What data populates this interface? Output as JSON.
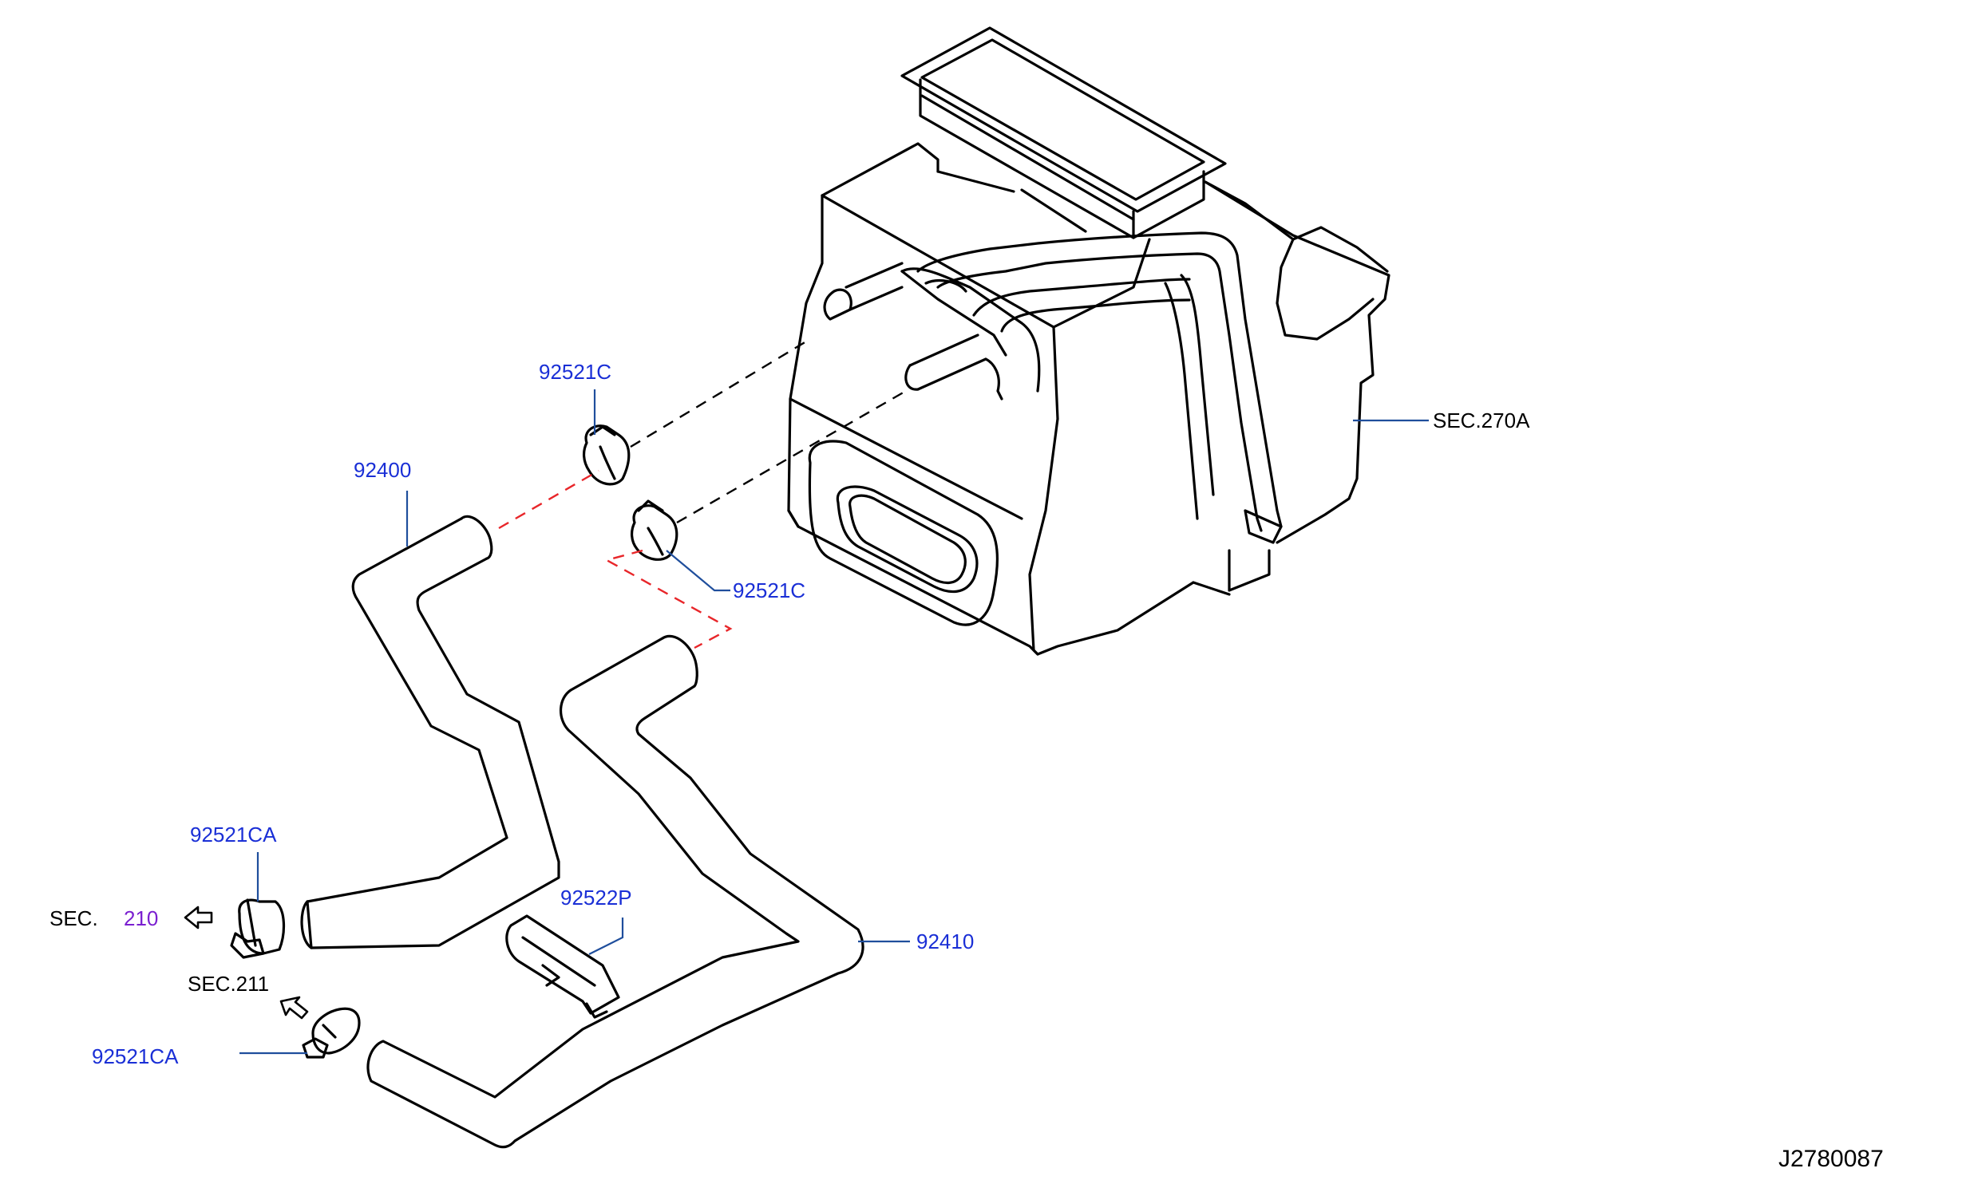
{
  "labels": {
    "clamp_upper": "92521C",
    "clamp_lower": "92521C",
    "hose_inlet": "92400",
    "hose_outlet": "92410",
    "clip": "92522P",
    "clamp_ca_upper": "92521CA",
    "clamp_ca_lower": "92521CA",
    "sec_heater_unit": "SEC.270A",
    "sec_left_prefix": "SEC.",
    "sec_left_number": "210",
    "sec_211": "SEC.211",
    "diagram_code": "J2780087"
  },
  "colors": {
    "part_number": "#1a2fd6",
    "section_ref": "#000000",
    "section_number": "#7a1fd0",
    "leader": "#1f4e9c",
    "dashed_red": "#e8262a",
    "dashed_black": "#000000"
  }
}
